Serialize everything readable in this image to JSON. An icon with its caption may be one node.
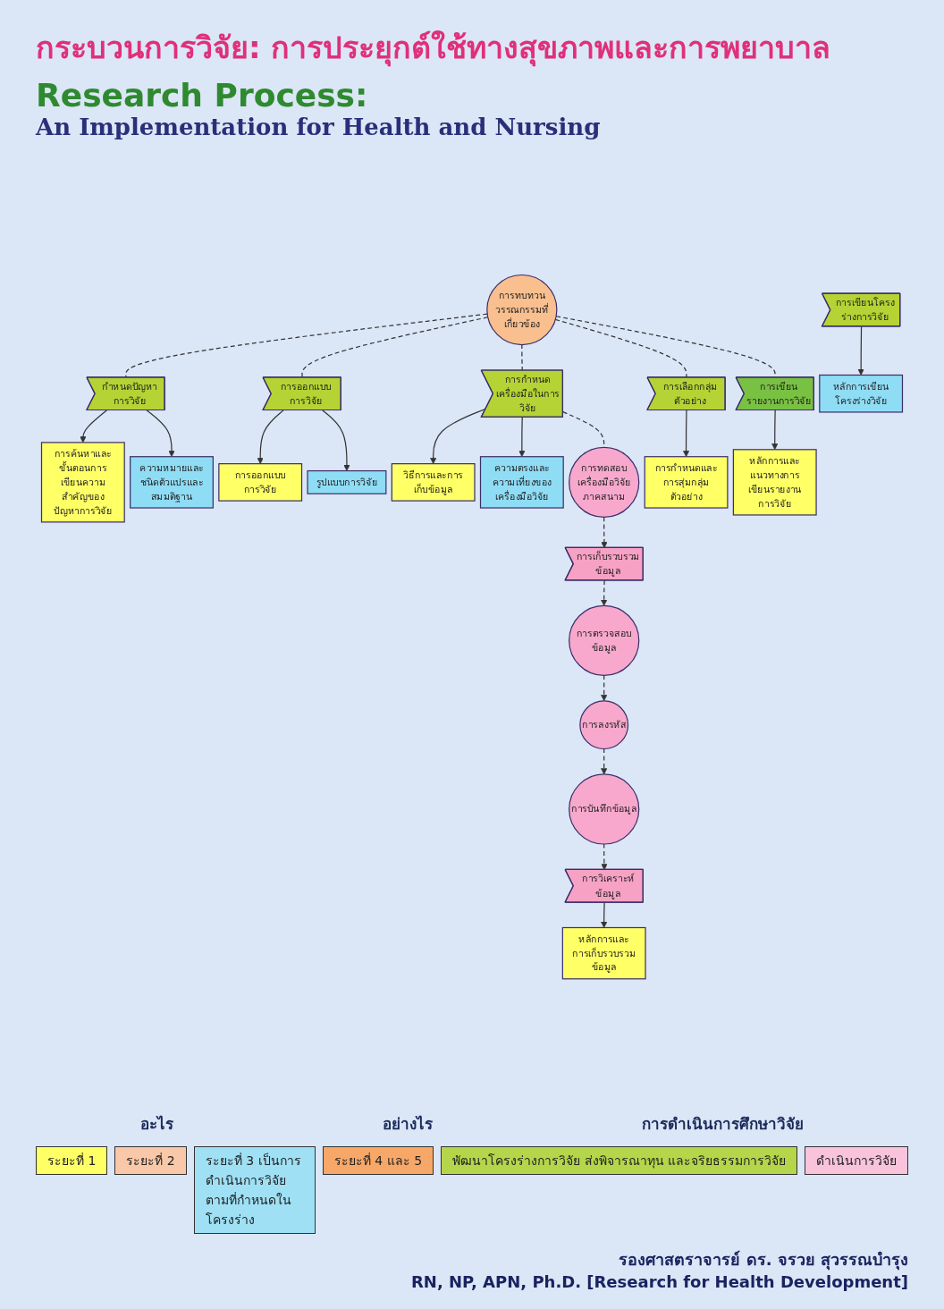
{
  "diagram": {
    "title": "กระบวนการวิจัย: การประยุกต์ใช้ทางสุขภาพและการพยาบาล",
    "nodes": [
      {
        "text": [
          "การค้นหาและขั้นตอนการเขียนความสำคัญของปัญหาการวิจัย"
        ]
      },
      {
        "text": [
          "การออกแบบการวิจัย"
        ]
      },
      {
        "text": [
          "การทบทวนวรรณกรรมที่เกี่ยวข้อง"
        ]
      },
      {
        "text": [
          "วิธีการและการเก็บข้อมูล"
        ]
      },
      {
        "text": [
          "การกำหนดและการสุ่มกลุ่มตัวอย่าง"
        ]
      },
      {
        "text": [
          "หลักการและการเก็บรวบรวมข้อมูล"
        ]
      },
      {
        "text": [
          "หลักการและแนวทางการเขียนรายงานการวิจัย"
        ]
      },
      {
        "text": [
          "กำหนดปัญหาการวิจัย"
        ]
      },
      {
        "text": [
          "การออกแบบการวิจัย"
        ]
      },
      {
        "text": [
          "การกำหนดเครื่องมือในการวิจัย"
        ]
      },
      {
        "text": [
          "การเลือกกลุ่มตัวอย่าง"
        ]
      },
      {
        "text": [
          "การเขียนโครงร่างการวิจัย"
        ]
      },
      {
        "text": [
          "การเก็บรวบรวมข้อมูล"
        ]
      },
      {
        "text": [
          "การวิเคราะห์ข้อมูล"
        ]
      },
      {
        "text": [
          "การเขียนรายงานการวิจัย"
        ]
      },
      {
        "text": [
          "รูปแบบการวิจัย"
        ]
      },
      {
        "text": [
          "การทดสอบเครื่องมือวิจัยภาคสนาม"
        ]
      },
      {
        "text": [
          "การตรวจสอบข้อมูล"
        ]
      },
      {
        "text": [
          "การบันทึกข้อมูล"
        ]
      },
      {
        "text": [
          "ความหมายและชนิดตัวแปรและสมมติฐาน"
        ]
      },
      {
        "text": [
          "ความตรงและความเที่ยงของเครื่องมือวิจัย"
        ]
      },
      {
        "text": [
          "หลักการเขียนโครงร่างวิจัย"
        ]
      },
      {
        "text": [
          "การลงรหัส"
        ]
      }
    ],
    "edges": [
      {
        "from": 7,
        "to": 0,
        "arrow": "to"
      },
      {
        "from": 8,
        "to": 1,
        "arrow": "to"
      },
      {
        "from": 9,
        "to": 3,
        "arrow": "to"
      },
      {
        "from": 10,
        "to": 4,
        "arrow": "to"
      },
      {
        "from": 13,
        "to": 5,
        "arrow": "to"
      },
      {
        "from": 14,
        "to": 6,
        "arrow": "to"
      },
      {
        "from": 2,
        "to": 7,
        "arrow": "none",
        "style": "dashed"
      },
      {
        "from": 2,
        "to": 8,
        "arrow": "none",
        "style": "dashed"
      },
      {
        "from": 2,
        "to": 9,
        "arrow": "none",
        "style": "dashed"
      },
      {
        "from": 2,
        "to": 10,
        "arrow": "none",
        "style": "dashed"
      },
      {
        "from": 2,
        "to": 14,
        "arrow": "none",
        "style": "dashed"
      },
      {
        "from": 7,
        "to": 19,
        "arrow": "to"
      },
      {
        "from": 8,
        "to": 15,
        "arrow": "to"
      },
      {
        "from": 9,
        "to": 20,
        "arrow": "to"
      },
      {
        "from": 11,
        "to": 21,
        "arrow": "to"
      },
      {
        "from": 9,
        "to": 16,
        "arrow": "none",
        "style": "dashed"
      },
      {
        "from": 16,
        "to": 12,
        "arrow": "to",
        "style": "dashed"
      },
      {
        "from": 12,
        "to": 17,
        "arrow": "to",
        "style": "dashed"
      },
      {
        "from": 17,
        "to": 22,
        "arrow": "to",
        "style": "dashed"
      },
      {
        "from": 22,
        "to": 18,
        "arrow": "to",
        "style": "dashed"
      },
      {
        "from": 18,
        "to": 13,
        "arrow": "to",
        "style": "dashed"
      }
    ],
    "labels": [
      "Research Process:",
      "An Implementation for Health and Nursing",
      "อะไร",
      "อย่างไร",
      "การดำเนินการศึกษาวิจัย",
      "รองศาสตราจารย์ ดร. จรวย สุวรรณบำรุง",
      "RN, NP, APN, Ph.D. [Research for Health Development]"
    ],
    "legend": [
      {
        "text": "ระยะที่ 1",
        "color": "#ffff66"
      },
      {
        "text": "ระยะที่ 2",
        "color": "#f9c8a8"
      },
      {
        "text": "ระยะที่ 3 เป็นการดำเนินการวิจัยตามที่กำหนดในโครงร่าง",
        "color": "#9fe0f5"
      },
      {
        "text": "ระยะที่ 4 และ 5",
        "color": "#f7a868"
      },
      {
        "text": "พัฒนาโครงร่างการวิจัย ส่งพิจารณาทุน และจริยธรรมการวิจัย",
        "color": "#b5d64a"
      },
      {
        "text": "ดำเนินการวิจัย",
        "color": "#f9c3dc"
      }
    ]
  }
}
